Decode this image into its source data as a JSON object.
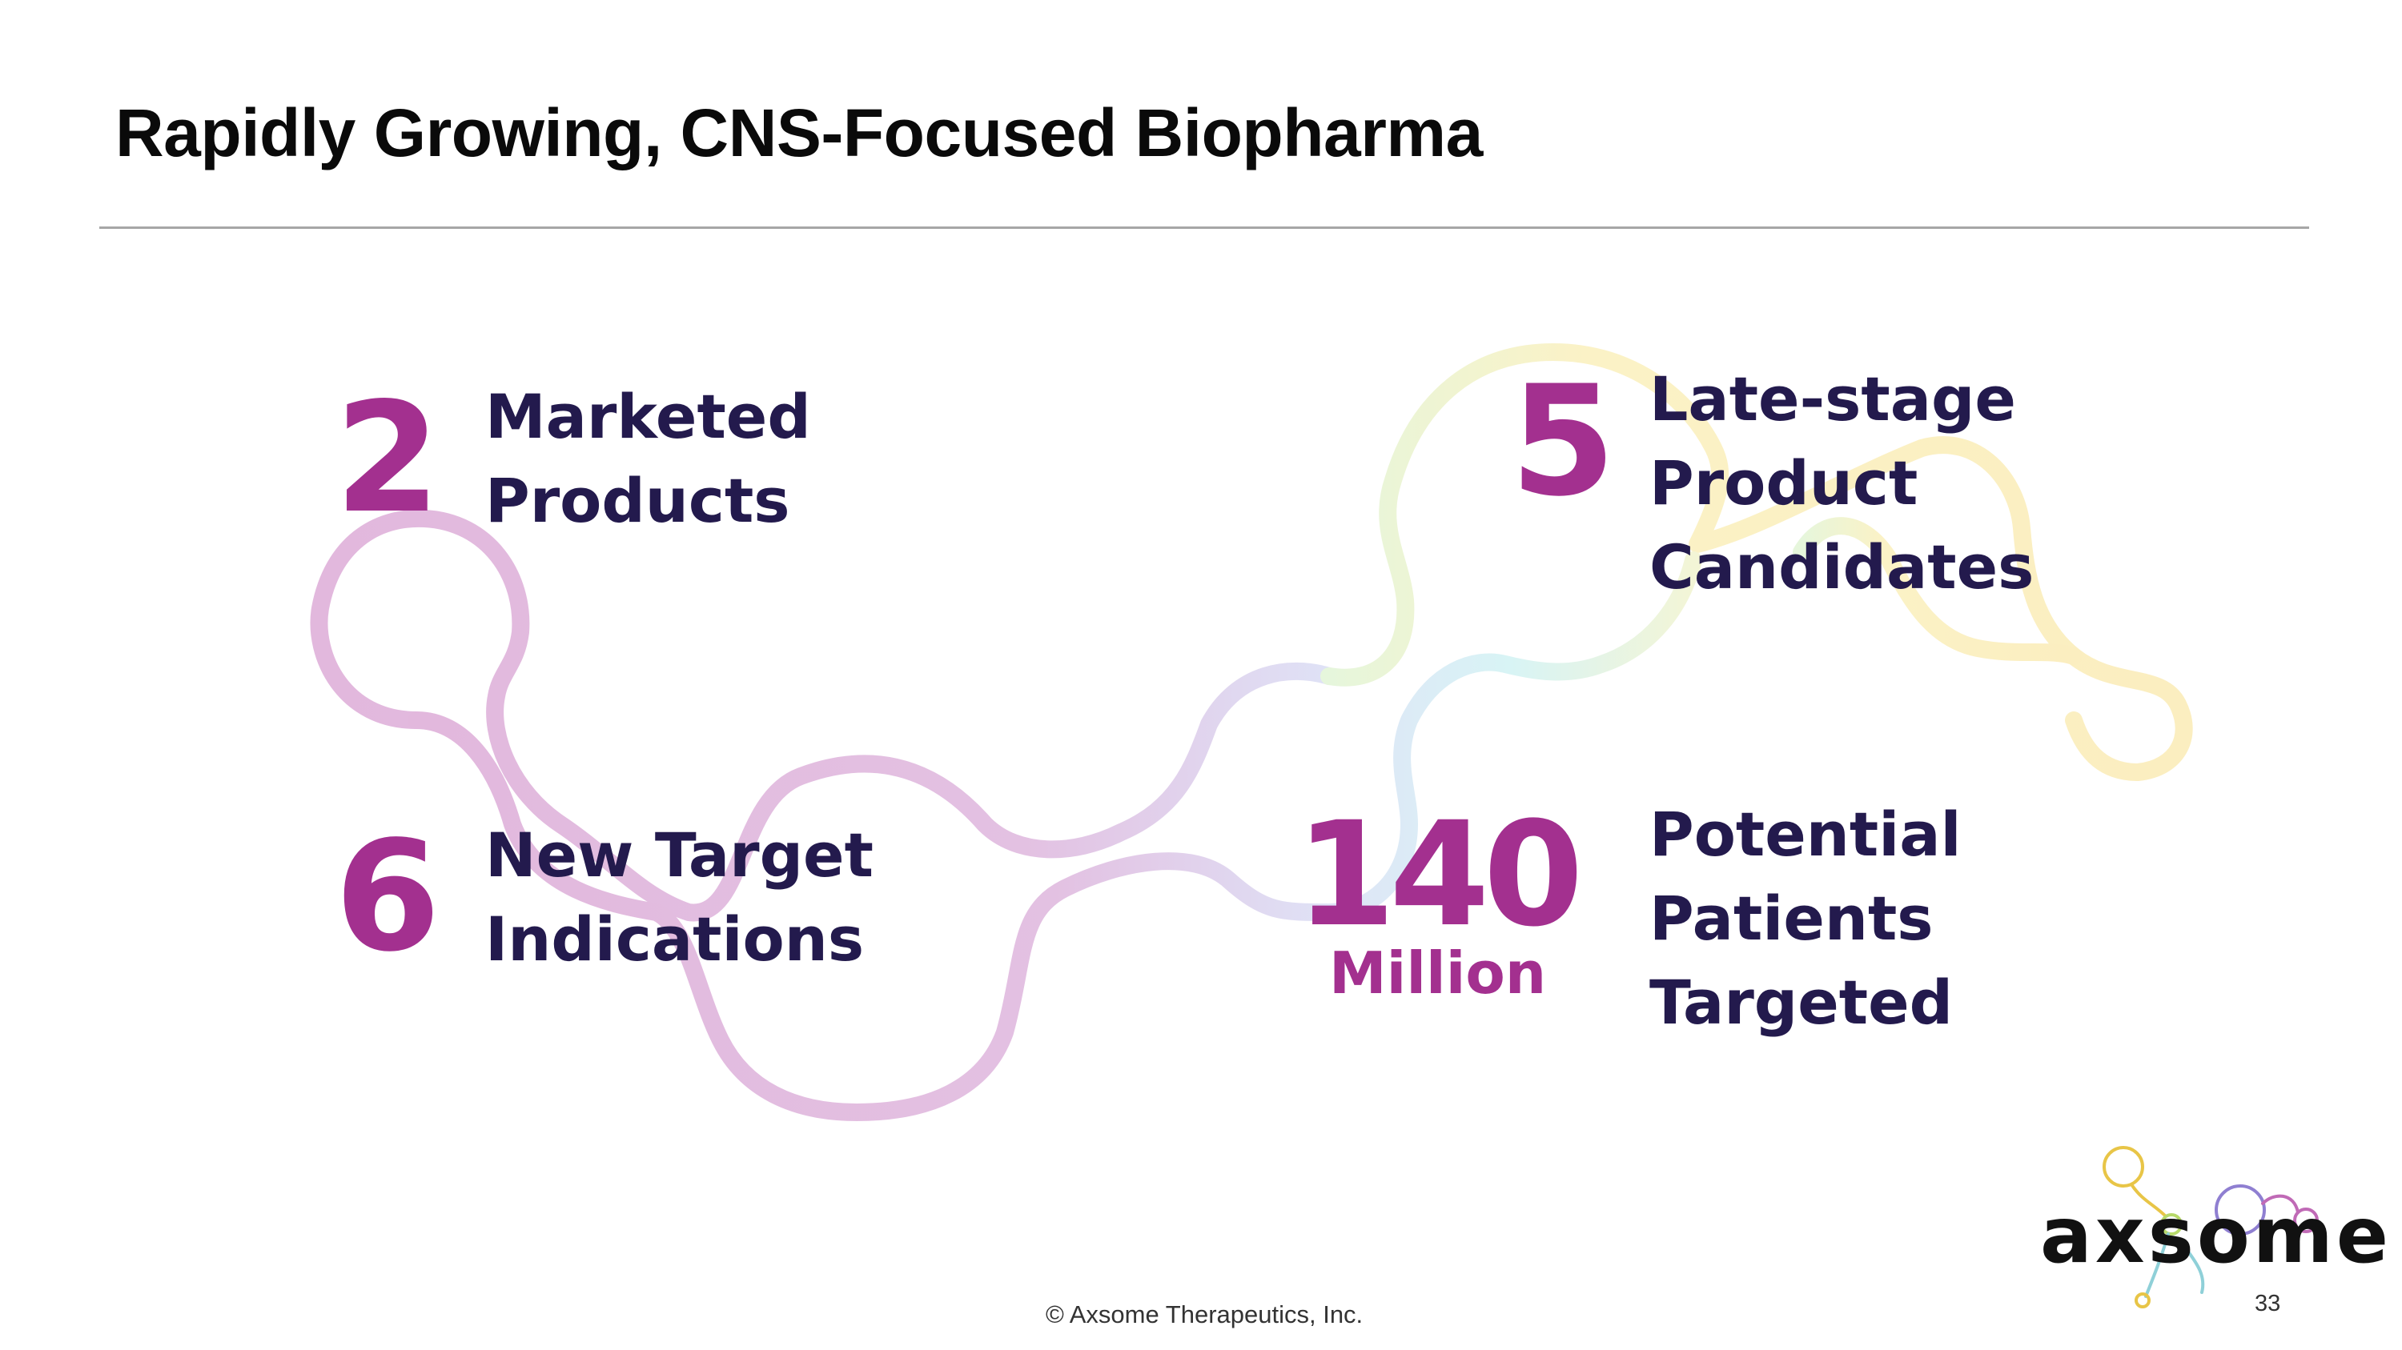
{
  "slide": {
    "title": "Rapidly Growing, CNS-Focused Biopharma",
    "footer": "© Axsome Therapeutics, Inc.",
    "page_number": "33"
  },
  "stats": {
    "marketed": {
      "number": "2",
      "line1": "Marketed",
      "line2": "Products"
    },
    "late_stage": {
      "number": "5",
      "line1": "Late-stage",
      "line2": "Product",
      "line3": "Candidates"
    },
    "indications": {
      "number": "6",
      "line1": "New Target",
      "line2": "Indications"
    },
    "patients": {
      "number": "140",
      "unit": "Million",
      "line1": "Potential",
      "line2": "Patients",
      "line3": "Targeted"
    }
  },
  "logo": {
    "text": "axsome"
  },
  "colors": {
    "accent_magenta": "#a3308f",
    "label_navy": "#231a4d",
    "deco_pink": "#e0b7dc",
    "deco_yellow": "#fbefc0",
    "deco_blue": "#dde4f8"
  }
}
